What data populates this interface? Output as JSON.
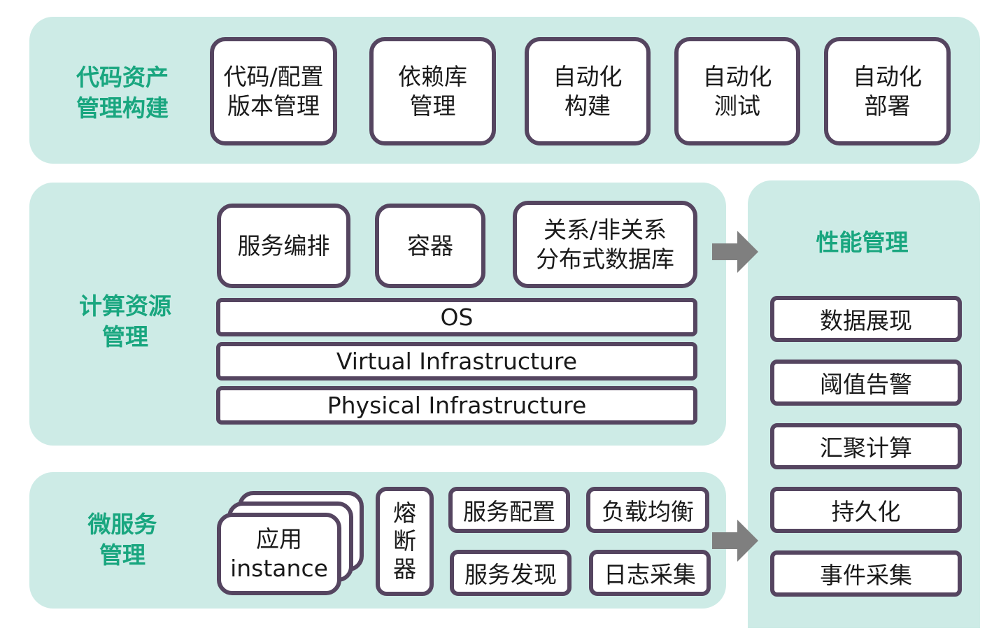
{
  "top": {
    "title": [
      "代码资产",
      "管理构建"
    ],
    "boxes": [
      [
        "代码/配置",
        "版本管理"
      ],
      [
        "依赖库",
        "管理"
      ],
      [
        "自动化",
        "构建"
      ],
      [
        "自动化",
        "测试"
      ],
      [
        "自动化",
        "部署"
      ]
    ]
  },
  "compute": {
    "title": [
      "计算资源",
      "管理"
    ],
    "boxes": [
      [
        "服务编排"
      ],
      [
        "容器"
      ],
      [
        "关系/非关系",
        "分布式数据库"
      ]
    ],
    "layers": [
      "OS",
      "Virtual Infrastructure",
      "Physical Infrastructure"
    ]
  },
  "micro": {
    "title": [
      "微服务",
      "管理"
    ],
    "app": [
      "应用",
      "instance"
    ],
    "breaker": [
      "熔",
      "断",
      "器"
    ],
    "items": [
      "服务配置",
      "负载均衡",
      "服务发现",
      "日志采集"
    ]
  },
  "perf": {
    "title": "性能管理",
    "items": [
      "数据展现",
      "阈值告警",
      "汇聚计算",
      "持久化",
      "事件采集"
    ]
  },
  "colors": {
    "panel": "#cdebe6",
    "title": "#19a67f",
    "border": "#554560",
    "arrow": "#7f7f7f"
  }
}
